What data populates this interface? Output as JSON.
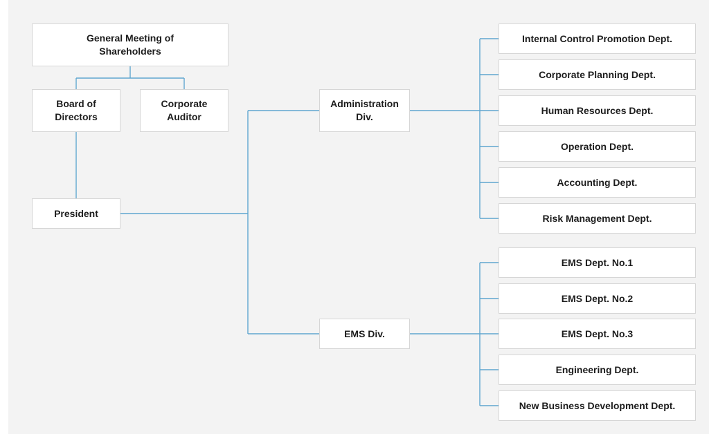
{
  "colors": {
    "background": "#f3f3f3",
    "box": "#ffffff",
    "border": "#d6d6d6",
    "connector": "#5fa6cf",
    "text": "#1c1c1c"
  },
  "nodes": {
    "general_meeting": "General Meeting of Shareholders",
    "board": "Board of Directors",
    "auditor": "Corporate Auditor",
    "president": "President",
    "administration_div": "Administration Div.",
    "ems_div": "EMS Div."
  },
  "administration_depts": [
    "Internal Control Promotion Dept.",
    "Corporate Planning Dept.",
    "Human Resources Dept.",
    "Operation Dept.",
    "Accounting Dept.",
    "Risk Management Dept."
  ],
  "ems_depts": [
    "EMS Dept. No.1",
    "EMS Dept. No.2",
    "EMS Dept. No.3",
    "Engineering Dept.",
    "New Business Development Dept."
  ]
}
